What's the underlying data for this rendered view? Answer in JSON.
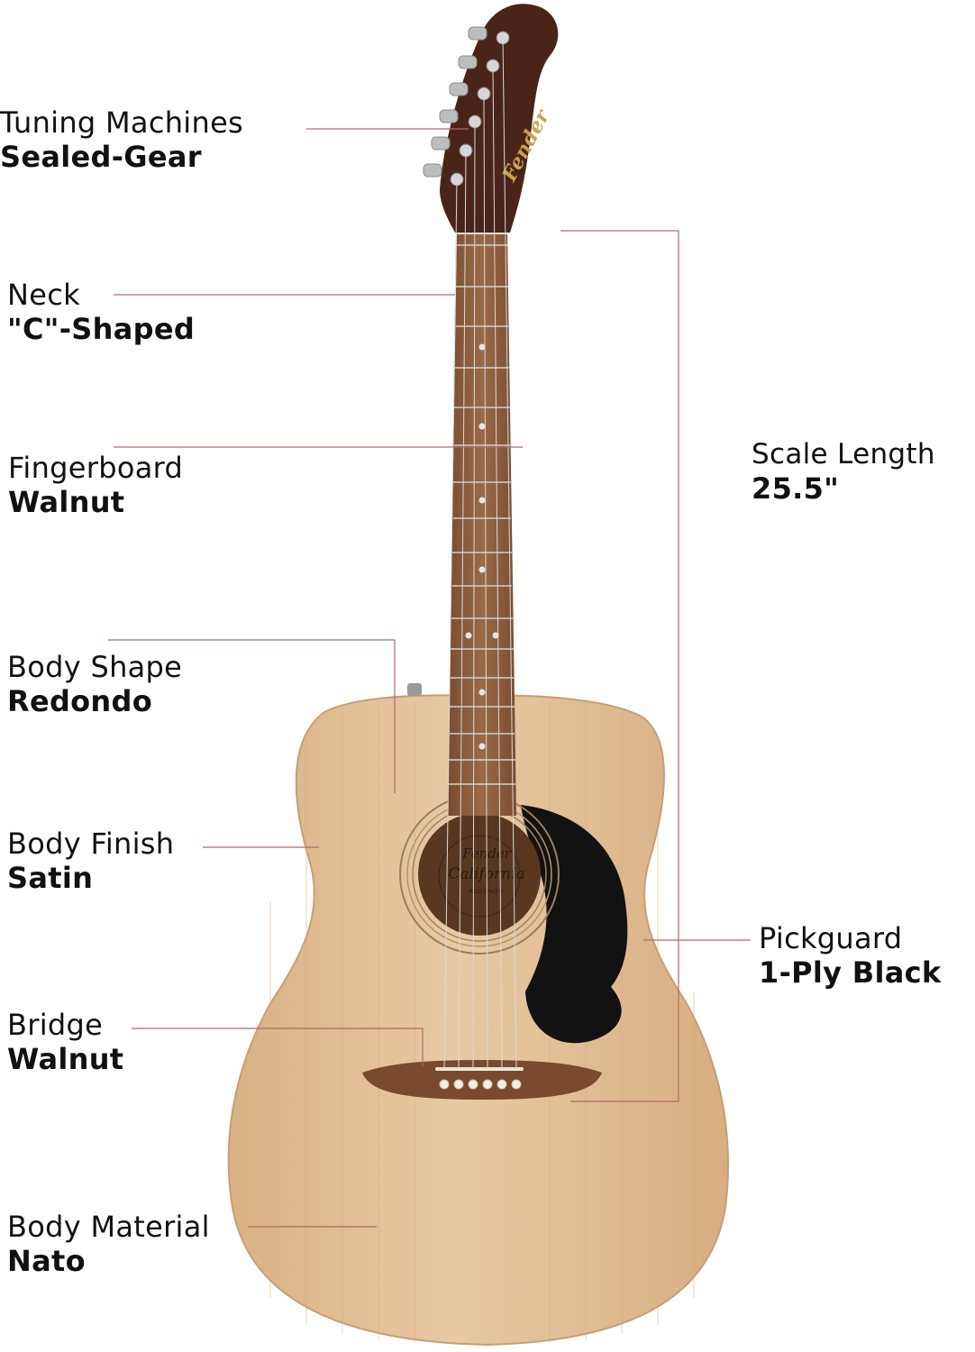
{
  "colors": {
    "background": "#ffffff",
    "text": "#111111",
    "leader_line": "#b56a6a",
    "top_wood": "#e2bf97",
    "top_wood_dark": "#cfa57a",
    "neck_wood": "#8a5a3a",
    "headstock": "#4a2418",
    "pickguard": "#111111",
    "bridge": "#7a4a2e",
    "logo_gold": "#c9a24a",
    "hardware": "#b9b9b9"
  },
  "brand": {
    "headstock_logo": "Fender",
    "soundhole_logo": "Fender",
    "soundhole_model": "California",
    "soundhole_series": "REDONDO"
  },
  "specs": [
    {
      "id": "tuning-machines",
      "name": "Tuning Machines",
      "value": "Sealed-Gear"
    },
    {
      "id": "neck",
      "name": "Neck",
      "value": "\"C\"-Shaped"
    },
    {
      "id": "fingerboard",
      "name": "Fingerboard",
      "value": "Walnut"
    },
    {
      "id": "body-shape",
      "name": "Body Shape",
      "value": "Redondo"
    },
    {
      "id": "body-finish",
      "name": "Body Finish",
      "value": "Satin"
    },
    {
      "id": "bridge",
      "name": "Bridge",
      "value": "Walnut"
    },
    {
      "id": "body-material",
      "name": "Body Material",
      "value": "Nato"
    },
    {
      "id": "scale-length",
      "name": "Scale Length",
      "value": "25.5\""
    },
    {
      "id": "pickguard",
      "name": "Pickguard",
      "value": "1-Ply Black"
    }
  ]
}
